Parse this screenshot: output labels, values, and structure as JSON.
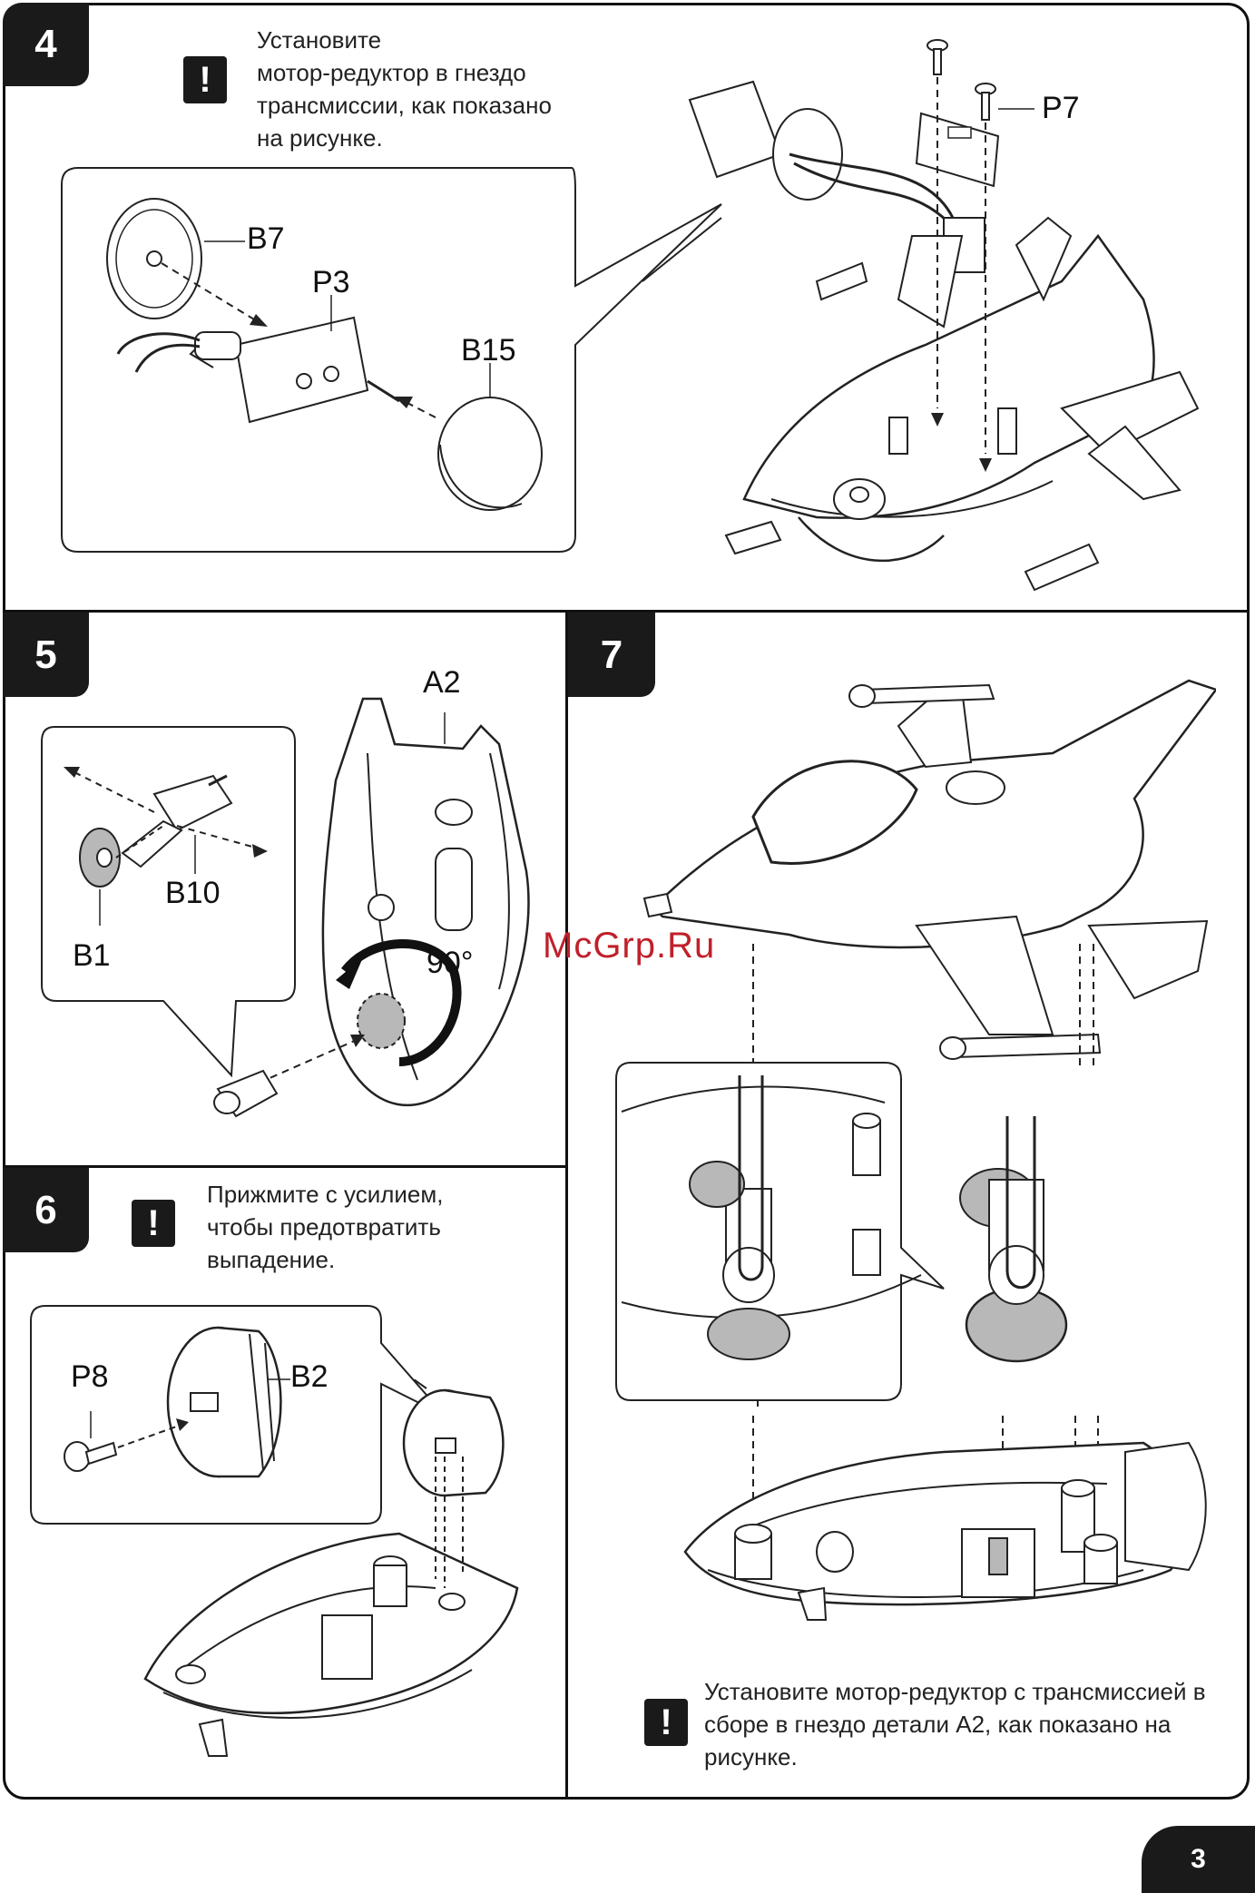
{
  "steps": [
    {
      "number": "4",
      "note": [
        "Установите",
        "мотор-редуктор в гнездо",
        "трансмиссии, как показано",
        "на рисунке."
      ],
      "labels": {
        "b7": "B7",
        "p3": "P3",
        "b15": "B15",
        "p7": "P7"
      }
    },
    {
      "number": "5",
      "labels": {
        "a2": "A2",
        "b10": "B10",
        "b1": "B1",
        "angle": "90°"
      }
    },
    {
      "number": "6",
      "note": [
        "Прижмите с усилием,",
        "чтобы предотвратить",
        "выпадение."
      ],
      "labels": {
        "p8": "P8",
        "b2": "B2"
      }
    },
    {
      "number": "7",
      "note": [
        "Установите мотор-редуктор с трансмиссией в",
        "сборе в гнездо детали A2, как показано на",
        "рисунке."
      ]
    }
  ],
  "warning_symbol": "!",
  "watermark": "McGrp.Ru",
  "page_number": "3",
  "colors": {
    "ink": "#1a1a1a",
    "watermark": "#c0202a",
    "part_fill": "#b8b8b8"
  }
}
